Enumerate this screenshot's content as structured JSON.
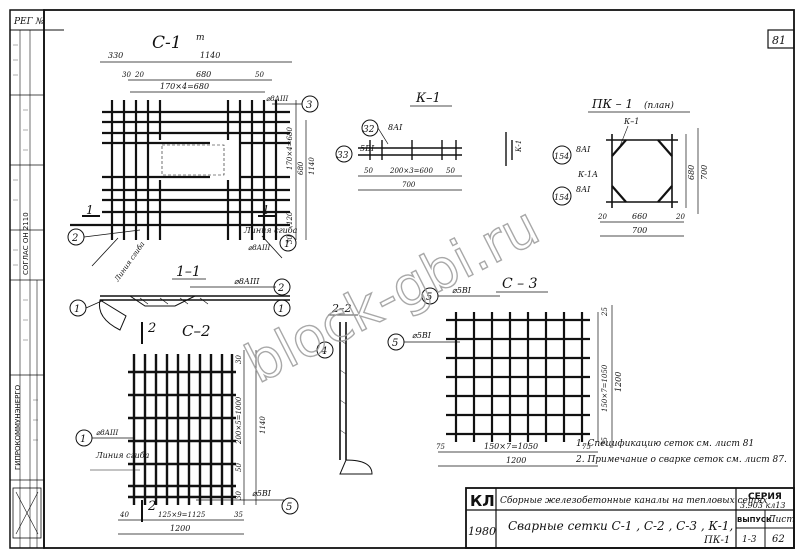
{
  "sheet": {
    "number": "81",
    "stamp": "РЕГ №",
    "watermark": "block-gbi.ru"
  },
  "sidebar": {
    "texts": [
      "СОГЛАС ОН 2110",
      "ГИПРОКОММУНЭНЕРГО"
    ]
  },
  "c1": {
    "title": "С-1",
    "sup": "т",
    "dims_top": [
      "330",
      "1140",
      "30",
      "20",
      "680",
      "50",
      "170×4=680"
    ],
    "dims_right": [
      "170×4=680",
      "680",
      "1140",
      "120",
      "30"
    ],
    "callouts": [
      "3",
      "2",
      "1"
    ],
    "bar_label_top": "⌀8АIII",
    "bar_label_bottom": "⌀8АIII",
    "fold_label": "Линия сгиба",
    "fold_label_left": "Линия сгиба",
    "section_mark": "1"
  },
  "s11": {
    "title": "1–1",
    "bar_label": "⌀8АIII",
    "callouts": [
      "2",
      "1"
    ]
  },
  "k1": {
    "title": "К–1",
    "label_top": "8АI",
    "label_bottom": "5ВI",
    "callouts": [
      "32",
      "33"
    ],
    "dims": [
      "50",
      "200×3=600",
      "50",
      "700"
    ],
    "side_title": "К-1"
  },
  "pk1": {
    "title": "ПК – 1",
    "subtitle": "(план)",
    "labels": [
      "К–1",
      "8АI",
      "К-1А",
      "8АI"
    ],
    "callouts": [
      "154",
      "154"
    ],
    "dims": [
      "20",
      "660",
      "20",
      "700",
      "680",
      "700"
    ]
  },
  "s22": {
    "title": "2–2",
    "callout": "4"
  },
  "c2": {
    "title": "С–2",
    "section_mark": "2",
    "callout_left": "1",
    "bar_label_left": "⌀8АIII",
    "fold_label": "Линия сгиба",
    "bar_label_right": "⌀5ВI",
    "callout_right": "5",
    "dims_bottom": [
      "40",
      "125×9=1125",
      "35",
      "1200"
    ],
    "dims_right": [
      "30",
      "200×5=1000",
      "1140",
      "50",
      "30"
    ]
  },
  "c3": {
    "title": "С – 3",
    "callout_top": "5",
    "bar_label_top": "⌀5ВI",
    "callout_left": "5",
    "bar_label_left": "⌀5ВI",
    "dims_bottom": [
      "75",
      "150×7=1050",
      "75",
      "1200"
    ],
    "dims_right": [
      "25",
      "150×7=1050",
      "1200",
      "25"
    ]
  },
  "notes": [
    "1. Спецификацию сеток см. лист 81",
    "2. Примечание о сварке сеток см. лист 87."
  ],
  "title_block": {
    "org": "КЛ",
    "year": "1980",
    "line1": "Сборные железобетонные каналы на тепловых сетях",
    "line2": "Сварные сетки С-1 , С-2 , С-3 , К-1,",
    "line3": "ПК-1",
    "series_label": "СЕРИЯ",
    "series_value": "3.903 кл13",
    "issue_label": "ВЫПУСК",
    "issue_value": "1-3",
    "sheet_label": "Лист",
    "sheet_value": "62"
  }
}
